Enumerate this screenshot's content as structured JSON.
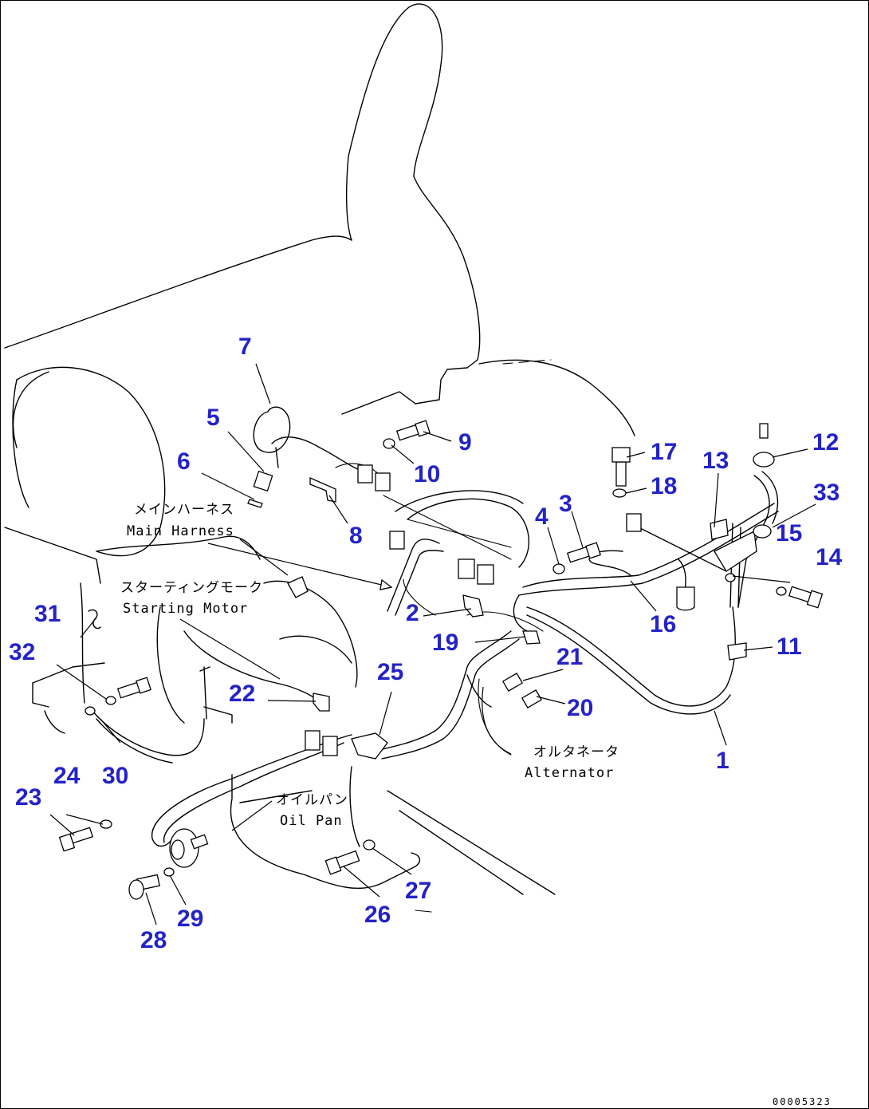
{
  "callouts": {
    "c1": "1",
    "c2": "2",
    "c3": "3",
    "c4": "4",
    "c5": "5",
    "c6": "6",
    "c7": "7",
    "c8": "8",
    "c9": "9",
    "c10": "10",
    "c11": "11",
    "c12": "12",
    "c13": "13",
    "c14": "14",
    "c15": "15",
    "c16": "16",
    "c17": "17",
    "c18": "18",
    "c19": "19",
    "c20": "20",
    "c21": "21",
    "c22": "22",
    "c23": "23",
    "c24": "24",
    "c25": "25",
    "c26": "26",
    "c27": "27",
    "c28": "28",
    "c29": "29",
    "c30": "30",
    "c31": "31",
    "c32": "32",
    "c33": "33"
  },
  "annotations": {
    "main_harness_jp": "メインハーネス",
    "main_harness_en": "Main Harness",
    "starting_motor_jp": "スターティングモーク",
    "starting_motor_en": "Starting Motor",
    "alternator_jp": "オルタネータ",
    "alternator_en": "Alternator",
    "oil_pan_jp": "オイルパン",
    "oil_pan_en": "Oil Pan"
  },
  "document_id": "00005323",
  "colors": {
    "callout": "#2323c8",
    "line": "#000000"
  }
}
